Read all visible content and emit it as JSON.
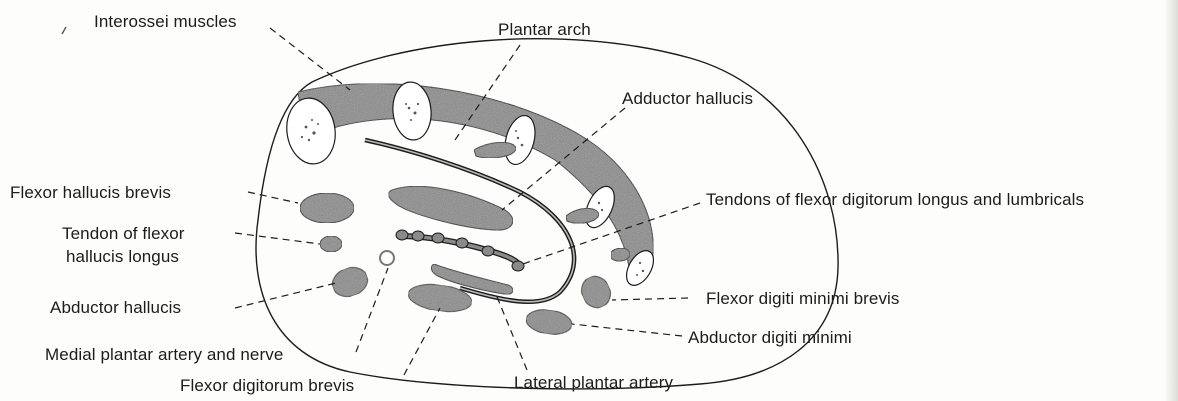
{
  "diagram": {
    "labels": {
      "interossei": "Interossei muscles",
      "plantar_arch": "Plantar arch",
      "adductor_hallucis": "Adductor hallucis",
      "flexor_hallucis_brevis": "Flexor hallucis brevis",
      "tendon_fhl_line1": "Tendon of flexor",
      "tendon_fhl_line2": "hallucis longus",
      "abductor_hallucis": "Abductor hallucis",
      "medial_plantar": "Medial plantar artery and nerve",
      "flexor_digitorum_brevis": "Flexor digitorum brevis",
      "lateral_plantar_artery": "Lateral plantar artery",
      "abductor_digiti_minimi": "Abductor digiti minimi",
      "flexor_digiti_minimi_brevis": "Flexor digiti minimi brevis",
      "tendons_fdl_lumbricals": "Tendons of flexor digitorum longus and lumbricals"
    },
    "colors": {
      "ink": "#1c1c1c",
      "muscle_fill": "#8a8a8a",
      "background": "#fdfdfb"
    }
  }
}
